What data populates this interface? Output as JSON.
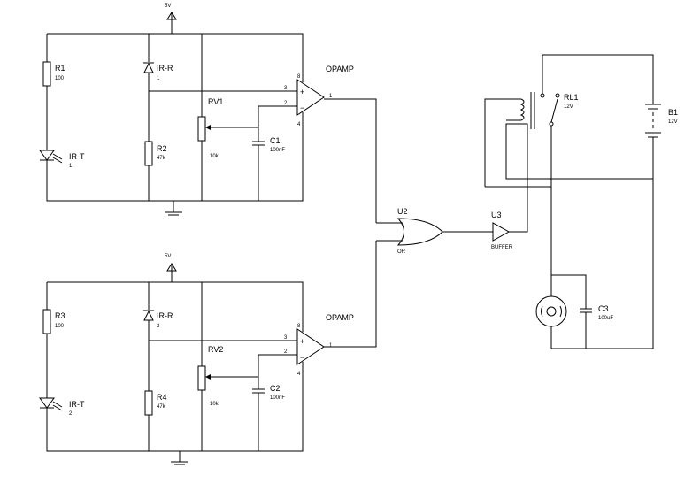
{
  "top_channel": {
    "supply": "5V",
    "r1": {
      "ref": "R1",
      "value": "100"
    },
    "ir_r": {
      "ref": "IR-R",
      "value": "1"
    },
    "rv": {
      "ref": "RV1",
      "value": "10k"
    },
    "r2": {
      "ref": "R2",
      "value": "47k"
    },
    "c": {
      "ref": "C1",
      "value": "100nF"
    },
    "ir_t": {
      "ref": "IR-T",
      "value": "1"
    },
    "opamp": {
      "title": "OPAMP",
      "in_plus": "3",
      "in_minus": "2",
      "out": "1",
      "vcc": "8",
      "gnd": "4"
    }
  },
  "bottom_channel": {
    "supply": "5V",
    "r1": {
      "ref": "R3",
      "value": "100"
    },
    "ir_r": {
      "ref": "IR-R",
      "value": "2"
    },
    "rv": {
      "ref": "RV2",
      "value": "10k"
    },
    "r2": {
      "ref": "R4",
      "value": "47k"
    },
    "c": {
      "ref": "C2",
      "value": "100nF"
    },
    "ir_t": {
      "ref": "IR-T",
      "value": "2"
    },
    "opamp": {
      "title": "OPAMP",
      "in_plus": "3",
      "in_minus": "2",
      "out": "1",
      "vcc": "8",
      "gnd": "4"
    }
  },
  "gate": {
    "ref": "U2",
    "value": "OR"
  },
  "buffer": {
    "ref": "U3",
    "value": "BUFFER"
  },
  "relay": {
    "ref": "RL1",
    "value": "12V"
  },
  "battery": {
    "ref": "B1",
    "value": "12V"
  },
  "cap3": {
    "ref": "C3",
    "value": "100uF"
  }
}
